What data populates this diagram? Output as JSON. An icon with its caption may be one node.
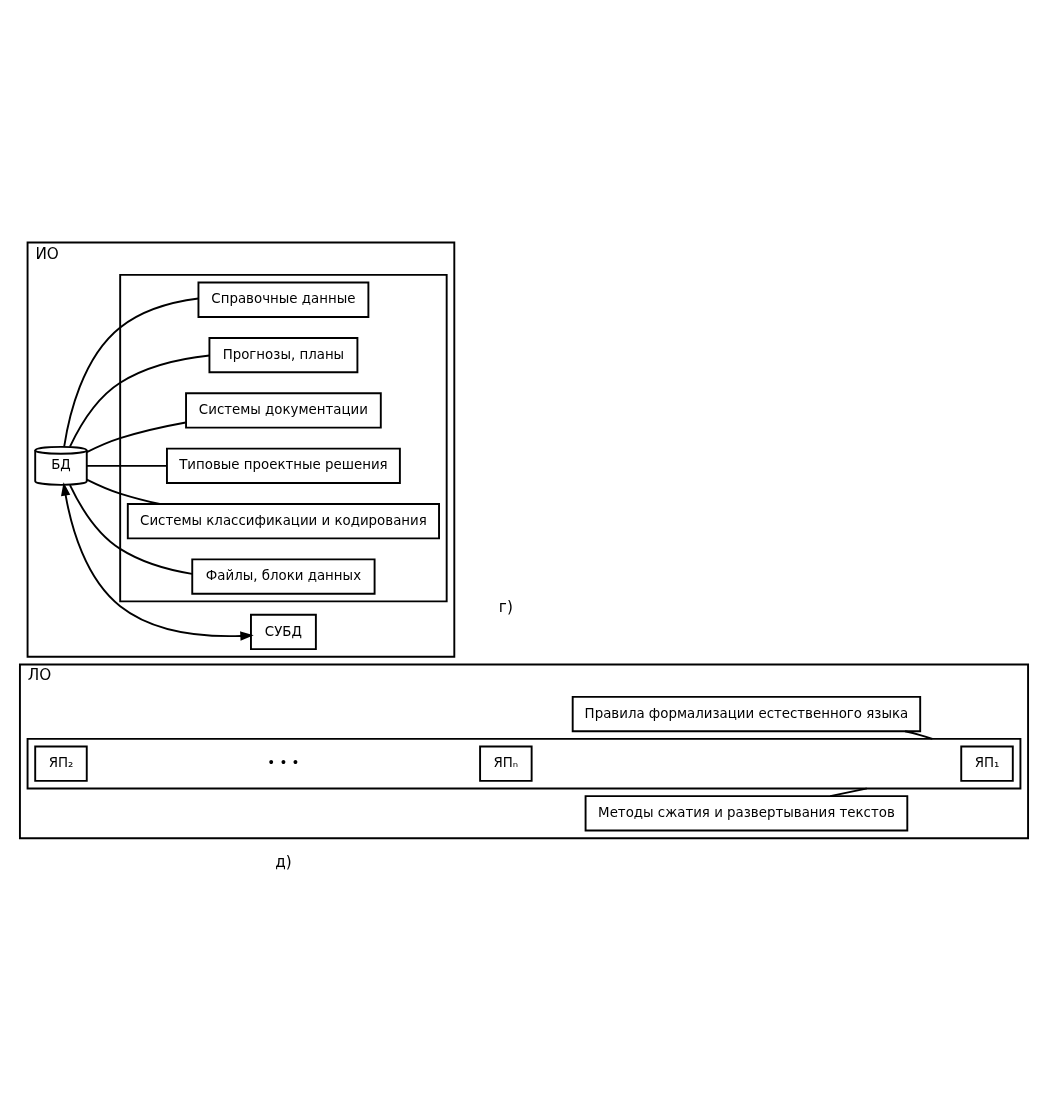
{
  "diagram": {
    "nodes": [
      {
        "text": [
          "ИО"
        ]
      },
      {
        "text": [
          "БД"
        ],
        "in": 0
      },
      {
        "text": [
          "СУБД"
        ],
        "in": 0
      },
      {
        "text": [],
        "shape": "box",
        "in": 0
      },
      {
        "text": [
          "Справочные данные"
        ],
        "in": 3
      },
      {
        "text": [
          "Прогнозы, планы"
        ],
        "in": 3
      },
      {
        "text": [
          "Системы документации"
        ],
        "in": 3
      },
      {
        "text": [
          "Типовые проектные решения"
        ],
        "in": 3
      },
      {
        "text": [
          "Системы классификации и кодирования"
        ],
        "in": 3
      },
      {
        "text": [
          "Файлы, блоки данных"
        ],
        "in": 3
      },
      {
        "text": [
          "ЛО"
        ]
      },
      {
        "text": [
          "Правила формализации естественного языка"
        ],
        "in": 10
      },
      {
        "text": [
          "Методы сжатия и развертывания текстов"
        ],
        "in": 10
      },
      {
        "text": [],
        "shape": "box",
        "in": 10
      },
      {
        "text": [
          "ЯП₁"
        ],
        "in": 13
      },
      {
        "text": [
          "ЯП₂"
        ],
        "in": 13
      },
      {
        "text": [
          "ЯПₙ"
        ],
        "in": 13
      }
    ],
    "edges": [
      {
        "from": 1,
        "to": 2,
        "arrow": "both"
      },
      {
        "from": 1,
        "to": 4,
        "arrow": "none"
      },
      {
        "from": 1,
        "to": 5,
        "arrow": "none"
      },
      {
        "from": 1,
        "to": 6,
        "arrow": "none"
      },
      {
        "from": 1,
        "to": 7,
        "arrow": "none"
      },
      {
        "from": 1,
        "to": 8,
        "arrow": "none"
      },
      {
        "from": 1,
        "to": 9,
        "arrow": "none"
      },
      {
        "from": 11,
        "to": 13,
        "arrow": "none"
      },
      {
        "from": 12,
        "to": 13,
        "arrow": "none"
      }
    ],
    "labels": [
      "• • •",
      "г)",
      "д)"
    ]
  }
}
